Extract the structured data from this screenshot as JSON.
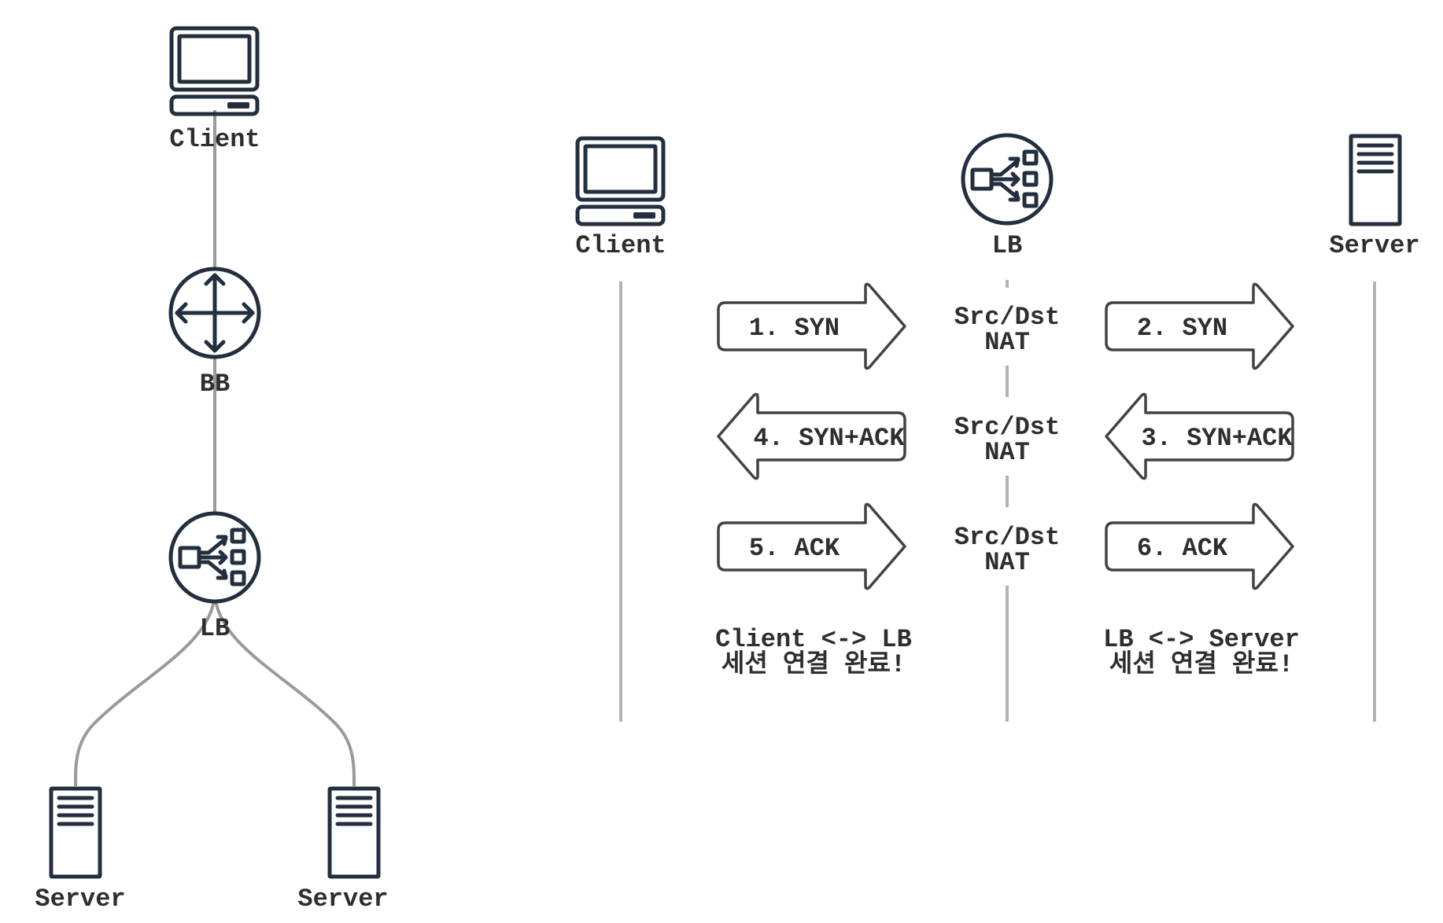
{
  "topology": {
    "client_label": "Client",
    "router_label": "BB",
    "lb_label": "LB",
    "servers": [
      {
        "label": "Server"
      },
      {
        "label": "Server"
      }
    ]
  },
  "sequence": {
    "participants": [
      {
        "label": "Client",
        "icon": "laptop-icon"
      },
      {
        "label": "LB",
        "icon": "load-balancer-icon"
      },
      {
        "label": "Server",
        "icon": "server-icon"
      }
    ],
    "steps": [
      {
        "label": "1. SYN",
        "direction": "right",
        "segment": "client-lb"
      },
      {
        "label": "2. SYN",
        "direction": "right",
        "segment": "lb-server"
      },
      {
        "label": "3. SYN+ACK",
        "direction": "left",
        "segment": "lb-server"
      },
      {
        "label": "4. SYN+ACK",
        "direction": "left",
        "segment": "client-lb"
      },
      {
        "label": "5. ACK",
        "direction": "right",
        "segment": "client-lb"
      },
      {
        "label": "6. ACK",
        "direction": "right",
        "segment": "lb-server"
      }
    ],
    "nat_notes": [
      {
        "line1": "Src/Dst",
        "line2": "NAT"
      },
      {
        "line1": "Src/Dst",
        "line2": "NAT"
      },
      {
        "line1": "Src/Dst",
        "line2": "NAT"
      }
    ],
    "notes": {
      "client_lb": {
        "line1": "Client <-> LB",
        "line2": "세션 연결 완료!"
      },
      "lb_server": {
        "line1": "LB <-> Server",
        "line2": "세션 연결 완료!"
      }
    }
  },
  "colors": {
    "icon": "#232f3e",
    "link": "#9a9a9a",
    "lifeline": "#b3b3b3",
    "text": "#2e2e2e"
  }
}
